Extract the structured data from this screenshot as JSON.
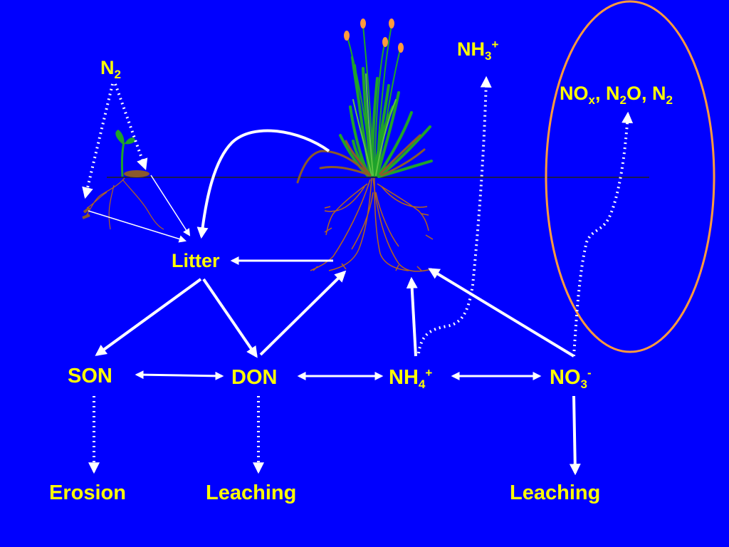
{
  "colors": {
    "background": "#0000ff",
    "label_text": "#ffff00",
    "arrow": "#ffffff",
    "soil_line": "#1a1a55",
    "root": "#b5651d",
    "foliage": "#1fa32a",
    "highlight_ellipse": "#ff9a3c"
  },
  "labels": {
    "n2": {
      "base": "N",
      "sub": "2"
    },
    "nh3": {
      "base": "NH",
      "sub": "3",
      "sup": "+"
    },
    "gases": {
      "p1": "NO",
      "s1": "x",
      "p2": ", N",
      "s2": "2",
      "p3": "O, N",
      "s3": "2"
    },
    "litter": "Litter",
    "son": "SON",
    "don": "DON",
    "nh4": {
      "base": "NH",
      "sub": "4",
      "sup": "+"
    },
    "no3": {
      "base": "NO",
      "sub": "3",
      "sup": "-"
    },
    "erosion": "Erosion",
    "leaching_left": "Leaching",
    "leaching_right": "Leaching"
  },
  "icons": {
    "plant": "grass-plant-icon",
    "seedling": "seedling-icon",
    "roots": "root-system-icon",
    "arrowheads": "arrowhead-icon"
  }
}
